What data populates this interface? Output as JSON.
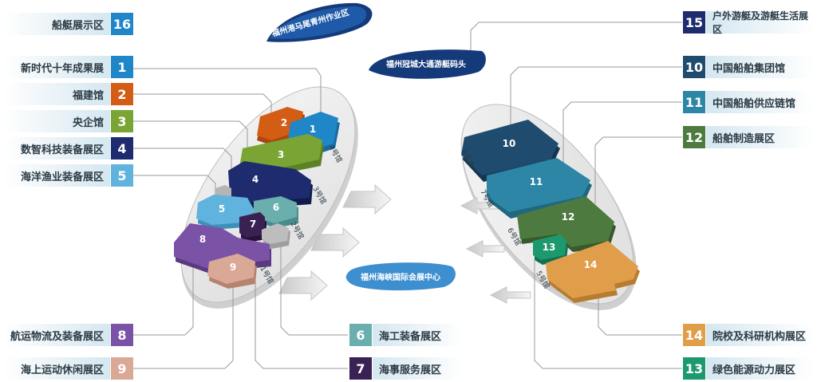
{
  "colors": {
    "c1": "#1f86c8",
    "c2": "#d45d15",
    "c3": "#7aa534",
    "c4": "#1e2b6e",
    "c5": "#5fb3dd",
    "c6": "#6aaead",
    "c7": "#3a2154",
    "c8": "#7a52a6",
    "c9": "#d9a896",
    "c10": "#1f4c6e",
    "c11": "#2d86a6",
    "c12": "#4d7a3e",
    "c13": "#1c9a6e",
    "c14": "#e09e4a",
    "c15": "#1e2b6e",
    "c16": "#1f86c8",
    "banner": "#143a7a",
    "banner_light": "#3e8fd0"
  },
  "banners": {
    "top": "福州港马尾青州作业区",
    "middle": "福州冠城大通游艇码头",
    "center": "福州海峡国际会展中心"
  },
  "legend_left": [
    {
      "num": "16",
      "label": "船艇展示区"
    },
    {
      "num": "1",
      "label": "新时代十年成果展"
    },
    {
      "num": "2",
      "label": "福建馆"
    },
    {
      "num": "3",
      "label": "央企馆"
    },
    {
      "num": "4",
      "label": "数智科技装备展区"
    },
    {
      "num": "5",
      "label": "海洋渔业装备展区"
    },
    {
      "num": "8",
      "label": "航运物流及装备展区"
    },
    {
      "num": "9",
      "label": "海上运动休闲展区"
    }
  ],
  "legend_bottom": [
    {
      "num": "6",
      "label": "海工装备展区"
    },
    {
      "num": "7",
      "label": "海事服务展区"
    }
  ],
  "legend_right": [
    {
      "num": "15",
      "label": "户外游艇及游艇生活展区"
    },
    {
      "num": "10",
      "label": "中国船舶集团馆"
    },
    {
      "num": "11",
      "label": "中国船舶供应链馆"
    },
    {
      "num": "12",
      "label": "船舶制造展区"
    },
    {
      "num": "14",
      "label": "院校及科研机构展区"
    },
    {
      "num": "13",
      "label": "绿色能源动力展区"
    }
  ],
  "halls": {
    "h4": "4号馆",
    "h3": "3号馆",
    "h2": "2号馆",
    "h1": "1号馆",
    "h8": "8号馆",
    "h7": "7号馆",
    "h6": "6号馆",
    "h5": "5号馆"
  },
  "zones": {
    "z1": "1",
    "z2": "2",
    "z3": "3",
    "z4": "4",
    "z5": "5",
    "z6": "6",
    "z7": "7",
    "z8": "8",
    "z9": "9",
    "z10": "10",
    "z11": "11",
    "z12": "12",
    "z13": "13",
    "z14": "14"
  }
}
